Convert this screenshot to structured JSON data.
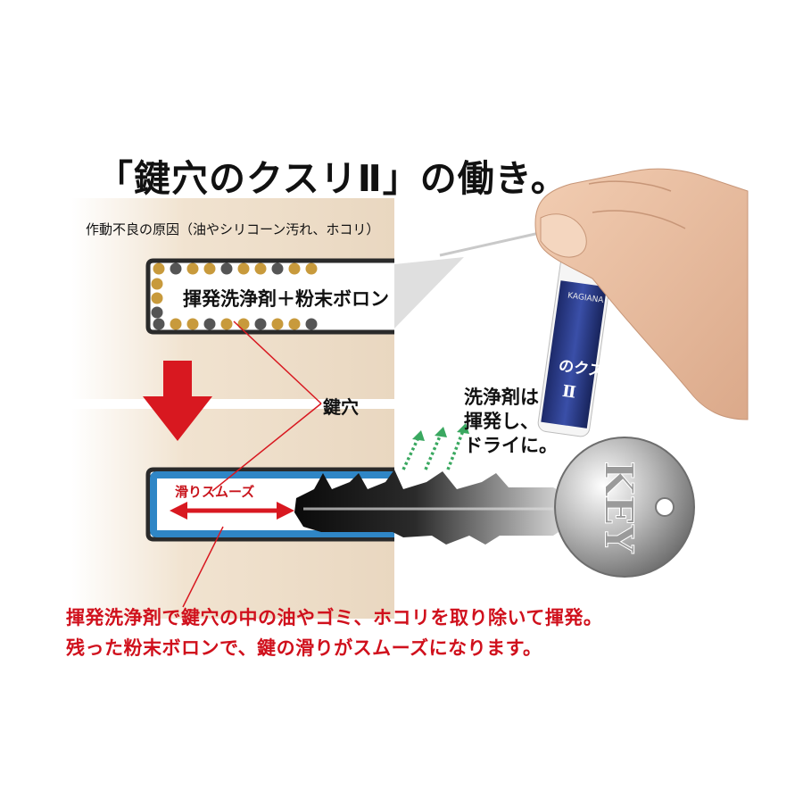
{
  "title": "「鍵穴のクスリⅡ」の働き。",
  "cause_label": "作動不良の原因（油やシリコーン汚れ、ホコリ）",
  "upper_label": "揮発洗浄剤＋粉末ボロン",
  "keyhole_label": "鍵穴",
  "evaporation_label": [
    "洗浄剤は",
    "揮発し、",
    "ドライに。"
  ],
  "smooth_label": "滑りスムーズ",
  "key_text": "KEY",
  "product": {
    "brand": "KAGIANA",
    "name": "のクスリ",
    "numeral": "Ⅱ"
  },
  "caption": [
    "揮発洗浄剤で鍵穴の中の油やゴミ、ホコリを取り除いて揮発。",
    "残った粉末ボロンで、鍵の滑りがスムーズになります。"
  ],
  "colors": {
    "wall": "#ecdcc6",
    "channel_outline": "#2a2a2a",
    "channel_blue": "#2f86c6",
    "arrow_red": "#d81820",
    "caption_red": "#d0101c",
    "evap_green": "#3aa860",
    "particle_gold": "#c89a3c",
    "particle_gray": "#555555"
  }
}
